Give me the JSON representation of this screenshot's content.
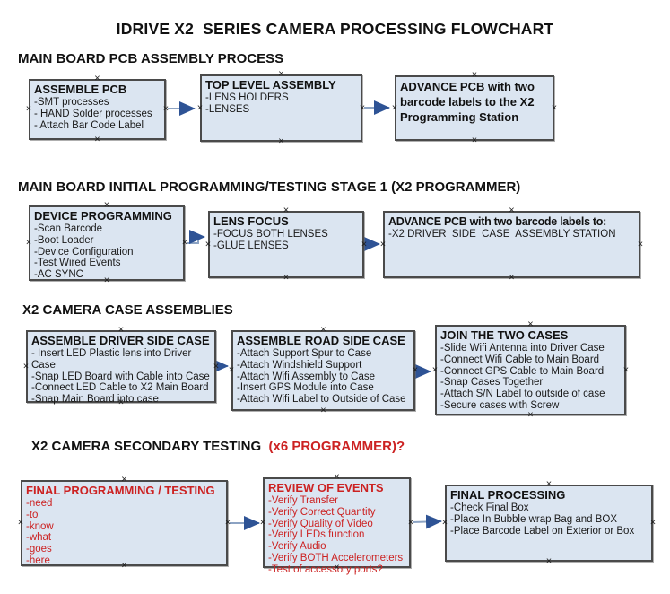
{
  "title": "IDRIVE X2  SERIES CAMERA PROCESSING FLOWCHART",
  "colors": {
    "box_fill": "#dbe5f1",
    "box_border": "#4a4a4a",
    "arrow_line": "#8ca3c3",
    "arrow_head": "#2e5395",
    "red_text": "#cc2222",
    "black_text": "#1a1a1a"
  },
  "sections": [
    {
      "heading": "MAIN BOARD PCB ASSEMBLY PROCESS",
      "boxes": [
        {
          "title": "ASSEMBLE PCB",
          "items": [
            "-SMT processes",
            "- HAND Solder processes",
            "- Attach Bar Code Label"
          ]
        },
        {
          "title": "TOP LEVEL ASSEMBLY",
          "items": [
            "-LENS HOLDERS",
            "-LENSES"
          ]
        },
        {
          "title": "ADVANCE PCB with two barcode labels to the  X2 Programming Station",
          "items": []
        }
      ]
    },
    {
      "heading": "MAIN BOARD INITIAL PROGRAMMING/TESTING STAGE 1 (X2 PROGRAMMER)",
      "boxes": [
        {
          "title": "DEVICE PROGRAMMING",
          "items": [
            "-Scan Barcode",
            "-Boot Loader",
            "-Device Configuration",
            "-Test Wired Events",
            "-AC SYNC"
          ]
        },
        {
          "title": "LENS FOCUS",
          "items": [
            "-FOCUS BOTH LENSES",
            "-GLUE LENSES"
          ]
        },
        {
          "title": "ADVANCE PCB with two barcode labels to:",
          "items": [
            "-X2 DRIVER  SIDE  CASE  ASSEMBLY STATION"
          ]
        }
      ]
    },
    {
      "heading": "X2 CAMERA CASE ASSEMBLIES",
      "boxes": [
        {
          "title": "ASSEMBLE DRIVER SIDE CASE",
          "items": [
            "- Insert LED Plastic lens into Driver Case",
            "-Snap LED Board with Cable into Case",
            "-Connect LED Cable to X2 Main Board",
            "-Snap Main Board into case"
          ]
        },
        {
          "title": "ASSEMBLE ROAD SIDE CASE",
          "items": [
            "-Attach Support Spur to Case",
            "-Attach Windshield Support",
            "-Attach Wifi Assembly to Case",
            "-Insert GPS Module into Case",
            "-Attach Wifi Label to Outside of Case"
          ]
        },
        {
          "title": "JOIN THE TWO CASES",
          "items": [
            "-Slide Wifi Antenna into Driver Case",
            "-Connect Wifi Cable to Main Board",
            "-Connect GPS Cable to Main Board",
            "-Snap Cases Together",
            "-Attach S/N Label to outside of case",
            "-Secure cases with Screw"
          ]
        }
      ]
    },
    {
      "heading": "X2 CAMERA SECONDARY TESTING ",
      "heading_red": " (x6 PROGRAMMER)?",
      "boxes": [
        {
          "title": "FINAL PROGRAMMING / TESTING",
          "style": "red",
          "items": [
            "-need",
            "-to",
            "-know",
            "-what",
            "-goes",
            "-here"
          ]
        },
        {
          "title": "REVIEW OF EVENTS",
          "style": "red",
          "items": [
            "-Verify Transfer",
            "-Verify Correct Quantity",
            "-Verify Quality of Video",
            "-Verify LEDs function",
            "-Verify Audio",
            "-Verify BOTH Accelerometers",
            "-Test of accessory ports?"
          ]
        },
        {
          "title": "FINAL PROCESSING",
          "items": [
            "-Check Final Box",
            "-Place In Bubble wrap Bag and BOX",
            "-Place Barcode Label on Exterior or Box"
          ]
        }
      ]
    }
  ]
}
